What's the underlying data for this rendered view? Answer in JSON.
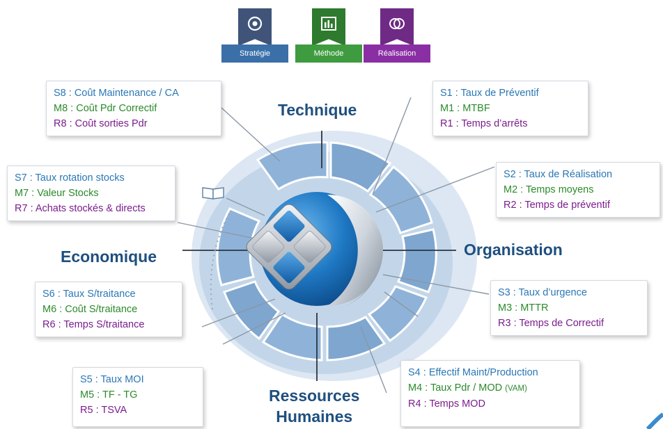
{
  "badges": [
    {
      "label": "Stratégie",
      "icon": "target-icon",
      "top_color": "#3f5478",
      "band_color": "#3b6fa8"
    },
    {
      "label": "Méthode",
      "icon": "bar-chart-icon",
      "top_color": "#2e7a2e",
      "band_color": "#3f9b3f"
    },
    {
      "label": "Réalisation",
      "icon": "overlap-circles-icon",
      "top_color": "#6e2a85",
      "band_color": "#8a2fa3"
    }
  ],
  "axes": {
    "top": "Technique",
    "left": "Economique",
    "right": "Organisation",
    "bottom_line1": "Ressources",
    "bottom_line2": "Humaines"
  },
  "cards": {
    "c8": {
      "s": "S8 : Coût Maintenance / CA",
      "m": "M8 : Coût Pdr Correctif",
      "r": "R8 : Coût sorties Pdr"
    },
    "c1": {
      "s": "S1 : Taux de Préventif",
      "m": "M1 : MTBF",
      "r": "R1 : Temps d’arrêts"
    },
    "c7": {
      "s": "S7 : Taux rotation stocks",
      "m": "M7 : Valeur Stocks",
      "r": "R7 : Achats stockés & directs"
    },
    "c2": {
      "s": "S2 : Taux de Réalisation",
      "m": "M2 : Temps moyens",
      "r": "R2 : Temps de préventif"
    },
    "c6": {
      "s": "S6 : Taux S/traitance",
      "m": "M6 : Coût S/traitance",
      "r": "R6 : Temps S/traitance"
    },
    "c3": {
      "s": "S3 : Taux d’urgence",
      "m": "M3 : MTTR",
      "r": "R3 : Temps de Correctif"
    },
    "c5": {
      "s": "S5 : Taux MOI",
      "m": "M5 : TF - TG",
      "r": "R5 : TSVA"
    },
    "c4": {
      "s": "S4 : Effectif Maint/Production",
      "m": "M4 : Taux Pdr / MOD",
      "m_suffix": "(VAM)",
      "r": "R4 : Temps MOD"
    }
  },
  "colors": {
    "s_blue": "#2a77b6",
    "m_green": "#2b8a2b",
    "r_purple": "#7a1d8c",
    "axis_navy": "#1f4f7f",
    "ring_light": "#b9cfe6",
    "ring_mid": "#7ea6cf"
  }
}
